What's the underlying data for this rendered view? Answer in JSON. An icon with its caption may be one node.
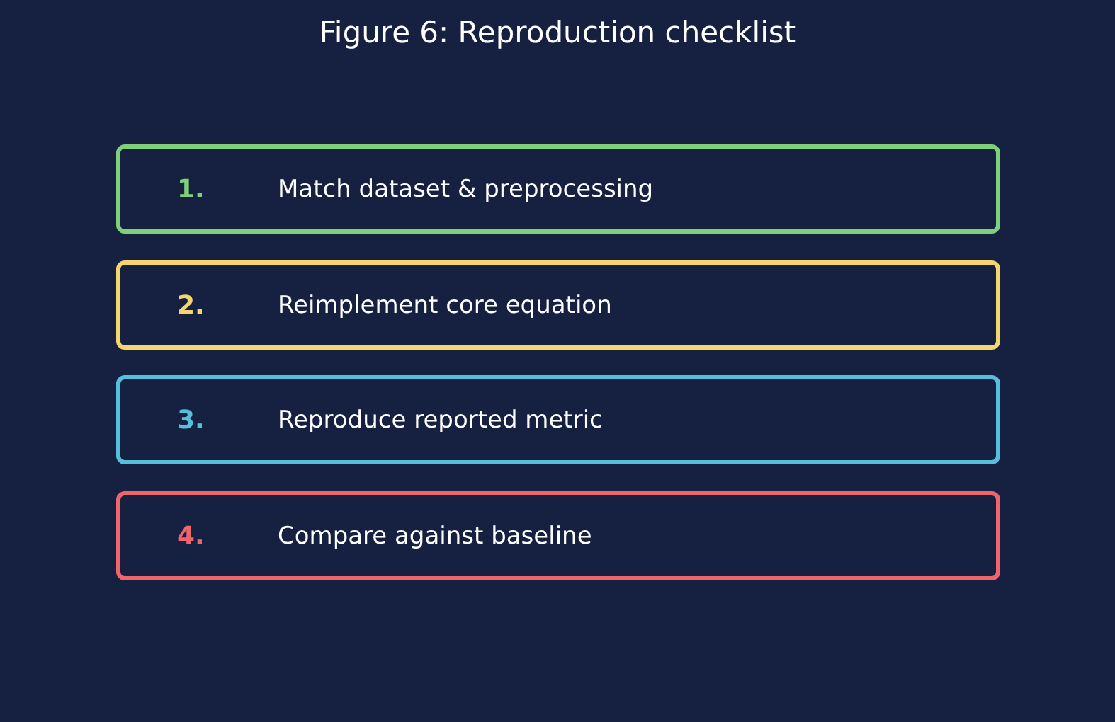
{
  "diagram": {
    "title": "Figure 6: Reproduction checklist",
    "nodes": [
      {
        "text": [
          "1.",
          "Match dataset & preprocessing"
        ]
      },
      {
        "text": [
          "2.",
          "Reimplement core equation"
        ]
      },
      {
        "text": [
          "3.",
          "Reproduce reported metric"
        ]
      },
      {
        "text": [
          "4.",
          "Compare against baseline"
        ]
      }
    ]
  }
}
